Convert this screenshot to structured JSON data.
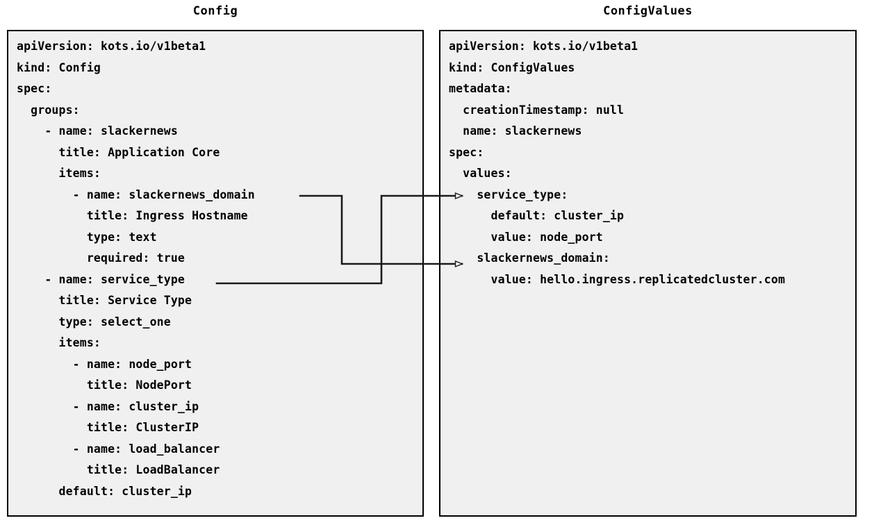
{
  "panels": [
    {
      "id": "config",
      "title": "Config",
      "lines": [
        "apiVersion: kots.io/v1beta1",
        "kind: Config",
        "spec:",
        "  groups:",
        "    - name: slackernews",
        "      title: Application Core",
        "      items:",
        "        - name: slackernews_domain",
        "          title: Ingress Hostname",
        "          type: text",
        "          required: true",
        "    - name: service_type",
        "      title: Service Type",
        "      type: select_one",
        "      items:",
        "        - name: node_port",
        "          title: NodePort",
        "        - name: cluster_ip",
        "          title: ClusterIP",
        "        - name: load_balancer",
        "          title: LoadBalancer",
        "      default: cluster_ip"
      ]
    },
    {
      "id": "configvalues",
      "title": "ConfigValues",
      "lines": [
        "apiVersion: kots.io/v1beta1",
        "kind: ConfigValues",
        "metadata:",
        "  creationTimestamp: null",
        "  name: slackernews",
        "spec:",
        "  values:",
        "    service_type:",
        "      default: cluster_ip",
        "      value: node_port",
        "    slackernews_domain:",
        "      value: hello.ingress.replicatedcluster.com"
      ]
    }
  ],
  "connectors": [
    {
      "name": "slackernews-domain-link",
      "from_label": "slackernews_domain",
      "to_label": "slackernews_domain:"
    },
    {
      "name": "service-type-link",
      "from_label": "service_type",
      "to_label": "service_type:"
    }
  ],
  "colors": {
    "panel_background": "#f0f0f0",
    "panel_border": "#000000",
    "text": "#000000",
    "connector": "#1a1a1a",
    "page_background": "#ffffff"
  }
}
